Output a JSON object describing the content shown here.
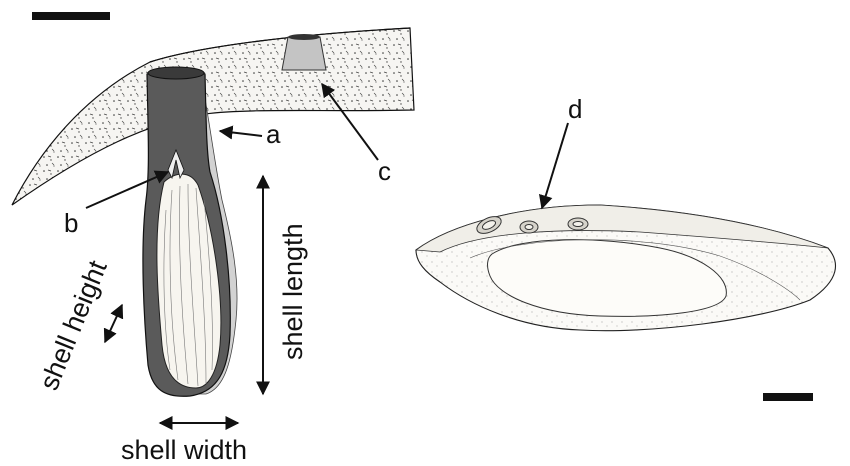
{
  "labels": {
    "a": "a",
    "b": "b",
    "c": "c",
    "d": "d",
    "shell_height": "shell height",
    "shell_length": "shell length",
    "shell_width": "shell width"
  },
  "colors": {
    "shell": "#5a5a5a",
    "shell_outer": "#d2d2d2",
    "host_fill": "#f4f2ee",
    "peg": "#c4c4c4",
    "ink": "#111111",
    "background": "#ffffff"
  }
}
